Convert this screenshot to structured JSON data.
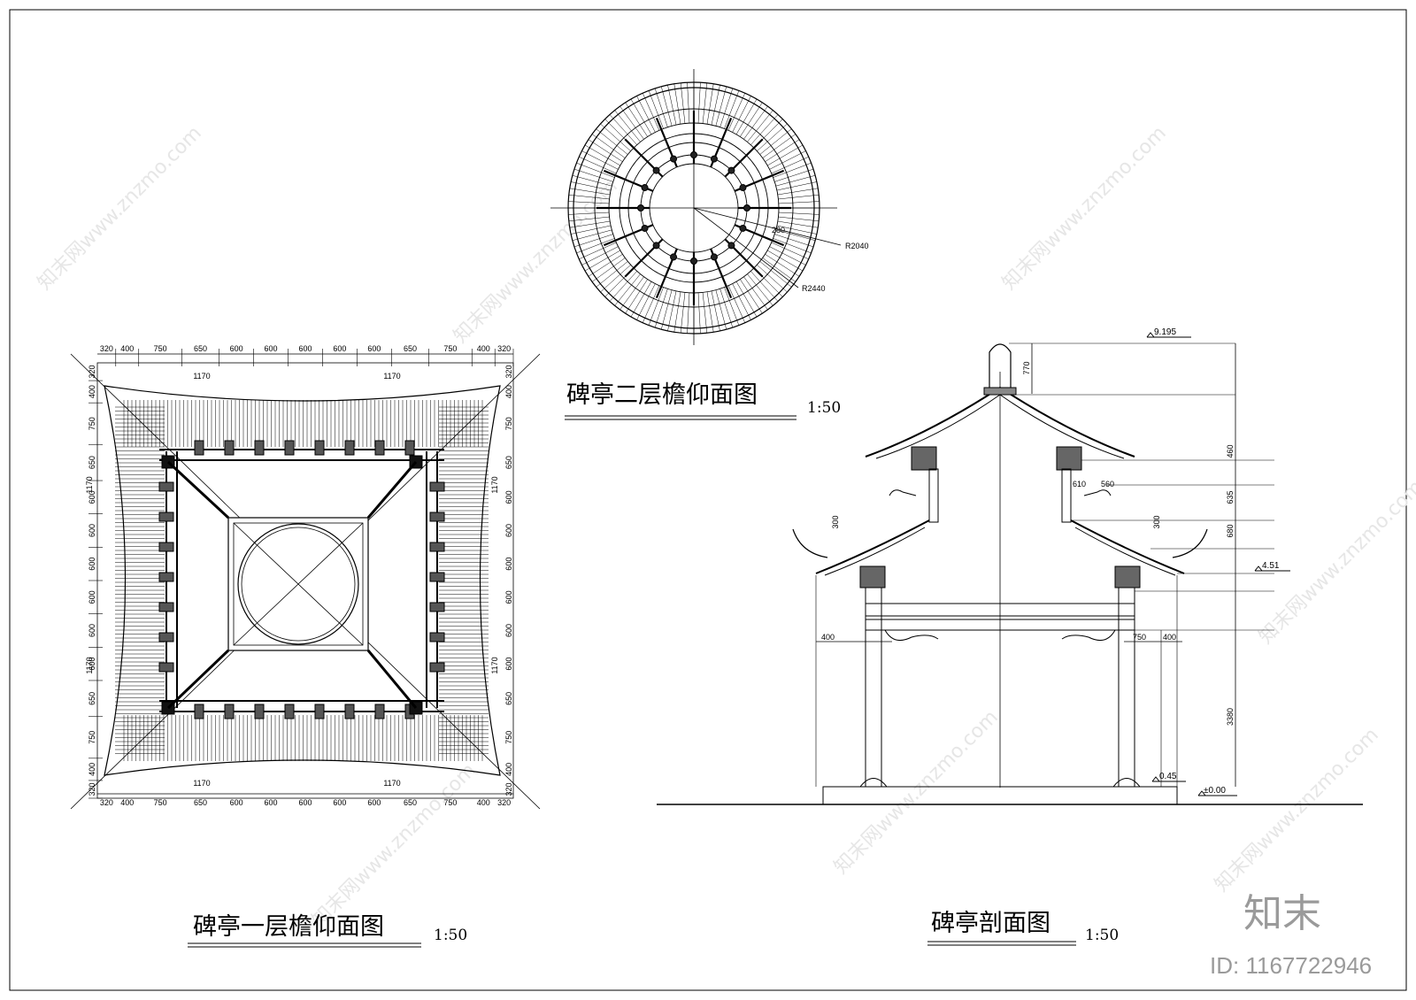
{
  "plan1": {
    "title": "碑亭一层檐仰面图",
    "scale": "1:50",
    "dims_top": [
      "320",
      "400",
      "750",
      "650",
      "600",
      "600",
      "600",
      "600",
      "600",
      "650",
      "750",
      "400",
      "320"
    ],
    "dims_side": [
      "320",
      "400",
      "750",
      "650",
      "600",
      "600",
      "600",
      "600",
      "600",
      "600",
      "650",
      "750",
      "400",
      "320"
    ],
    "span_label": "1170"
  },
  "plan2": {
    "title": "碑亭二层檐仰面图",
    "scale": "1:50",
    "radius_inner": "R2040",
    "radius_outer": "R2440",
    "small_dim": "280"
  },
  "section": {
    "title": "碑亭剖面图",
    "scale": "1:50",
    "elev_top": "9.195",
    "elev_mid": "4.51",
    "elev_base": "0.45",
    "elev_zero": "±0.00",
    "dims_right": [
      "770",
      "460",
      "635",
      "680",
      "3380"
    ],
    "dims_small": [
      "610",
      "560",
      "300",
      "300",
      "400",
      "750",
      "400"
    ]
  },
  "watermark": {
    "text": "知末网www.znzmo.com",
    "brand": "知末",
    "id": "ID: 1167722946"
  }
}
